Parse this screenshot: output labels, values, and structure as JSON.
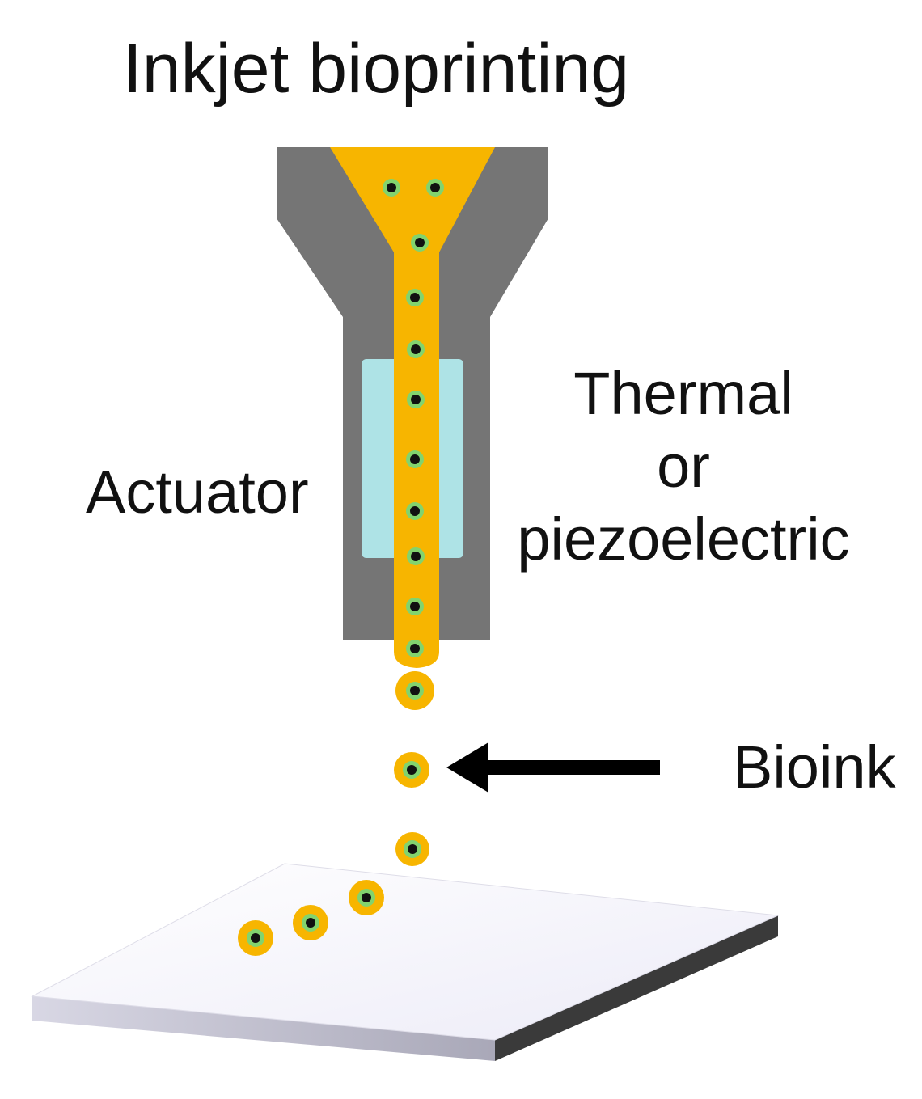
{
  "title": "Inkjet bioprinting",
  "labels": {
    "actuator": "Actuator",
    "mechanism_line1": "Thermal",
    "mechanism_line2": "or",
    "mechanism_line3": "piezoelectric",
    "bioink": "Bioink"
  },
  "colors": {
    "nozzle_body": "#757575",
    "actuator_block": "#aee3e6",
    "bioink_fluid": "#f7b500",
    "cell_ring": "#82d36e",
    "cell_nucleus": "#111111",
    "substrate_top": "#f3f2fa",
    "substrate_edge": "#3a3a3a",
    "arrow": "#000000"
  }
}
